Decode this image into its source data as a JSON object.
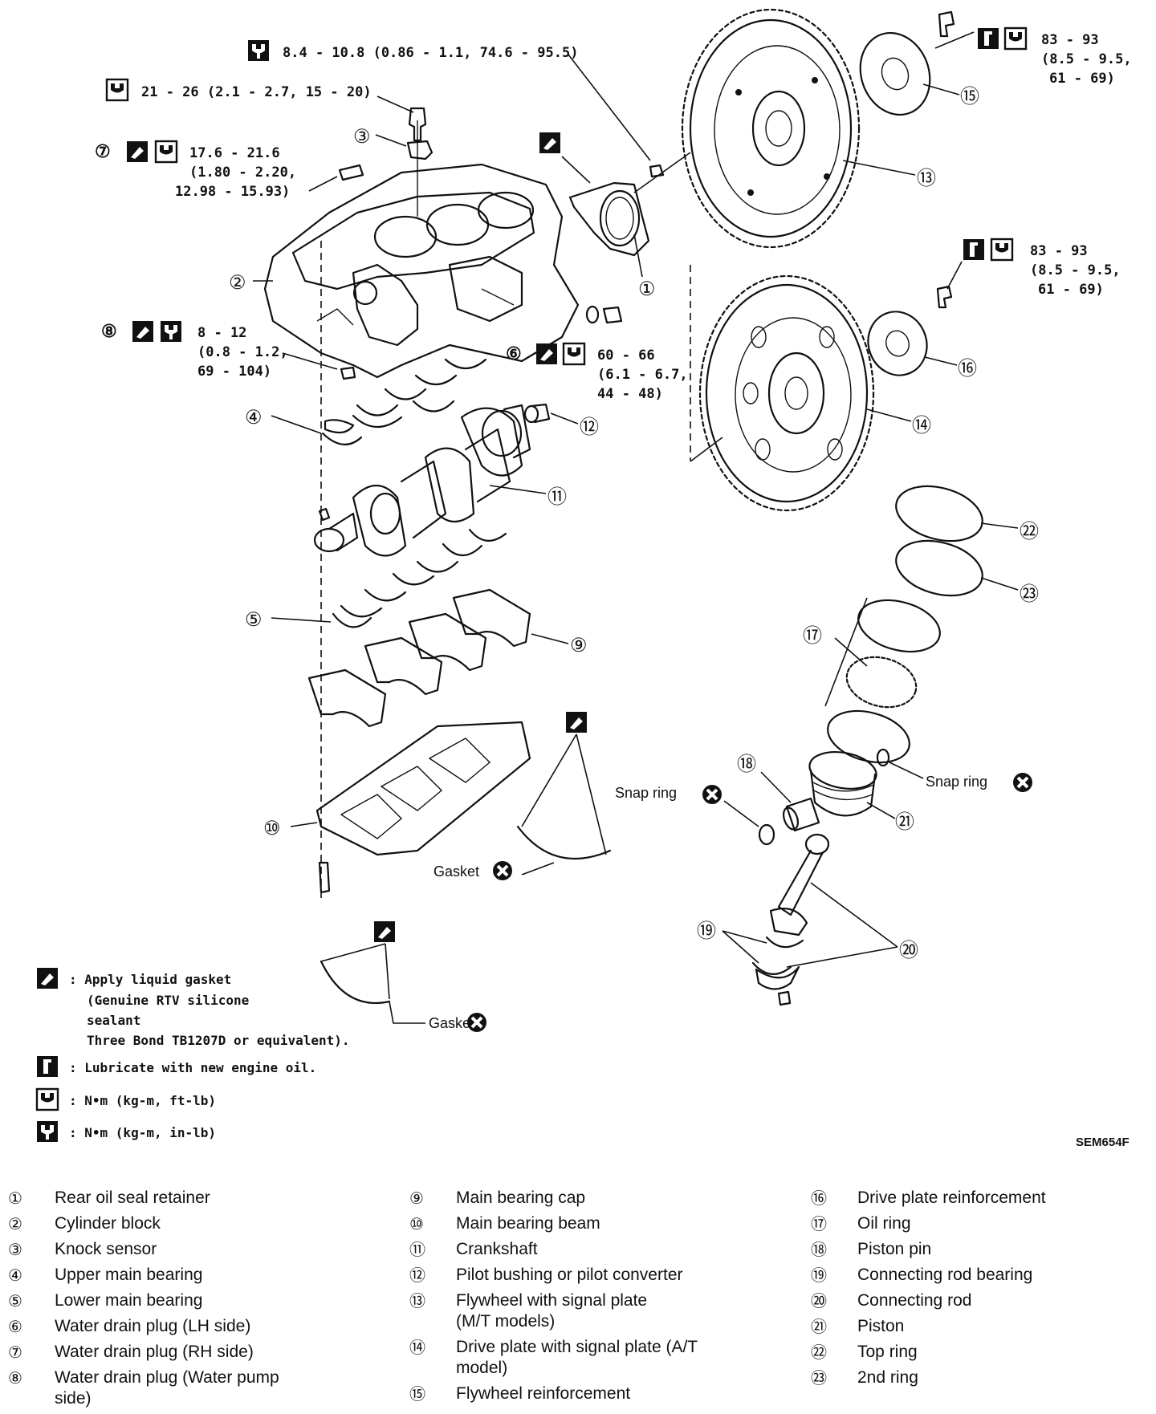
{
  "specs": {
    "bolt_top": "8.4 - 10.8 (0.86 - 1.1, 74.6 - 95.5)",
    "bolt_top2": "21 - 26 (2.1 - 2.7, 15 - 20)",
    "plug7_line1": "17.6 - 21.6",
    "plug7_line2": "(1.80 - 2.20,",
    "plug7_line3": "12.98 - 15.93)",
    "plug8_line1": "8 - 12",
    "plug8_line2": "(0.8 - 1.2,",
    "plug8_line3": "69 - 104)",
    "plug6_line1": "60 - 66",
    "plug6_line2": "(6.1 - 6.7,",
    "plug6_line3": "44 - 48)",
    "fw15_line1": "83 - 93",
    "fw15_line2": "(8.5 - 9.5,",
    "fw15_line3": "61 - 69)",
    "dp16_line1": "83 - 93",
    "dp16_line2": "(8.5 - 9.5,",
    "dp16_line3": "61 - 69)"
  },
  "callouts": {
    "c1": "①",
    "c2": "②",
    "c3": "③",
    "c4": "④",
    "c5": "⑤",
    "c6": "⑥",
    "c7": "⑦",
    "c8": "⑧",
    "c9": "⑨",
    "c10": "⑩",
    "c11": "⑪",
    "c12": "⑫",
    "c13": "⑬",
    "c14": "⑭",
    "c15": "⑮",
    "c16": "⑯",
    "c17": "⑰",
    "c18": "⑱",
    "c19": "⑲",
    "c20": "⑳",
    "c21": "㉑",
    "c22": "㉒",
    "c23": "㉓"
  },
  "labels": {
    "snap_ring_left": "Snap ring",
    "snap_ring_right": "Snap ring",
    "gasket_center": "Gasket",
    "gasket_bottom": "Gasket",
    "figure_code": "SEM654F"
  },
  "legend": {
    "liquid_gasket_1": ": Apply liquid gasket",
    "liquid_gasket_2": "(Genuine RTV silicone",
    "liquid_gasket_3": "sealant",
    "liquid_gasket_4": "Three Bond TB1207D or equivalent).",
    "lubricate": ": Lubricate with new engine oil.",
    "torque_ftlb": ": N•m (kg-m, ft-lb)",
    "torque_inlb": ": N•m (kg-m, in-lb)"
  },
  "parts_list": {
    "col1": [
      {
        "num": "①",
        "name": "Rear oil seal retainer"
      },
      {
        "num": "②",
        "name": "Cylinder block"
      },
      {
        "num": "③",
        "name": "Knock sensor"
      },
      {
        "num": "④",
        "name": "Upper main bearing"
      },
      {
        "num": "⑤",
        "name": "Lower main bearing"
      },
      {
        "num": "⑥",
        "name": "Water drain plug (LH side)"
      },
      {
        "num": "⑦",
        "name": "Water drain plug (RH side)"
      },
      {
        "num": "⑧",
        "name": "Water drain plug (Water pump\nside)"
      }
    ],
    "col2": [
      {
        "num": "⑨",
        "name": "Main bearing cap"
      },
      {
        "num": "⑩",
        "name": "Main bearing beam"
      },
      {
        "num": "⑪",
        "name": "Crankshaft"
      },
      {
        "num": "⑫",
        "name": "Pilot bushing or pilot converter"
      },
      {
        "num": "⑬",
        "name": "Flywheel with signal plate\n(M/T models)"
      },
      {
        "num": "⑭",
        "name": "Drive plate with signal plate (A/T\nmodel)"
      },
      {
        "num": "⑮",
        "name": "Flywheel reinforcement"
      }
    ],
    "col3": [
      {
        "num": "⑯",
        "name": "Drive plate reinforcement"
      },
      {
        "num": "⑰",
        "name": "Oil ring"
      },
      {
        "num": "⑱",
        "name": "Piston pin"
      },
      {
        "num": "⑲",
        "name": "Connecting rod bearing"
      },
      {
        "num": "⑳",
        "name": "Connecting rod"
      },
      {
        "num": "㉑",
        "name": "Piston"
      },
      {
        "num": "㉒",
        "name": "Top ring"
      },
      {
        "num": "㉓",
        "name": "2nd ring"
      }
    ]
  }
}
